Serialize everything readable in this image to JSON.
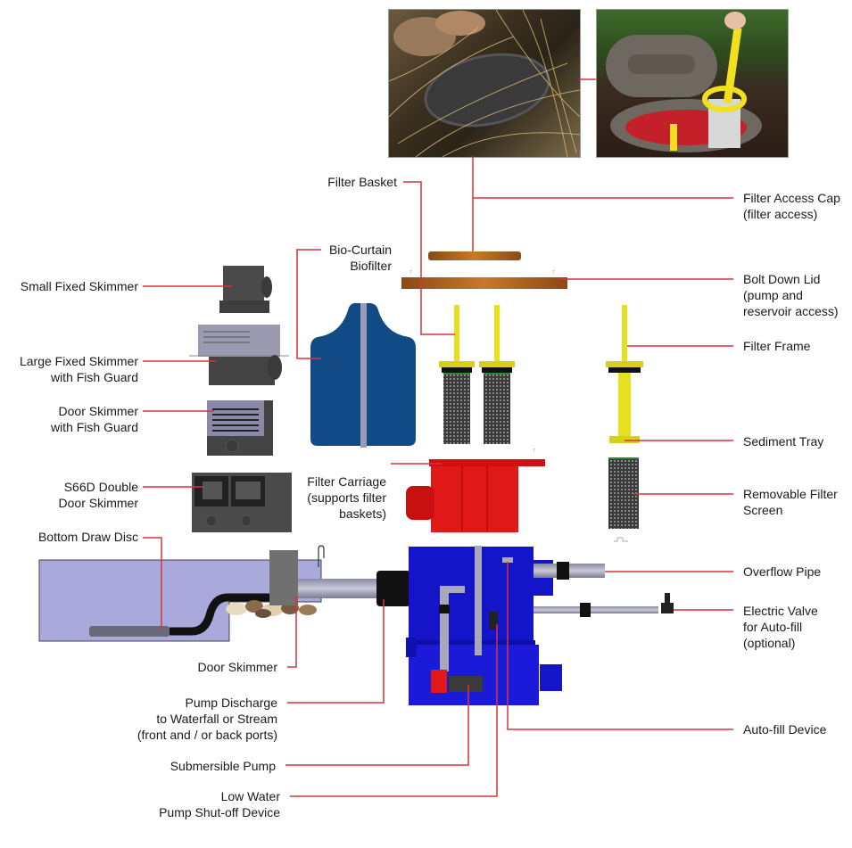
{
  "title": "Pondless / Pond Filter System Exploded Diagram",
  "colors": {
    "leader": "#d9323a",
    "reservoir_blue": "#1414c8",
    "carriage_red": "#e01818",
    "lid_brown": "#b8661e",
    "frame_yellow": "#e6e020",
    "biofilter_blue": "#124a86",
    "skimmer_gray": "#4a4a4a",
    "water": "#a9a9db"
  },
  "photos": [
    {
      "name": "installed-lid-photo",
      "description": "Installed lid among ornamental grasses"
    },
    {
      "name": "open-lid-photo",
      "description": "Open access cap with yellow filter basket being lifted; brand logo on lid"
    }
  ],
  "labels": {
    "filter_basket": "Filter Basket",
    "filter_access_cap": "Filter Access Cap\n(filter access)",
    "bio_curtain": "Bio-Curtain\nBiofilter",
    "small_fixed_skimmer": "Small Fixed Skimmer",
    "bolt_down_lid": "Bolt Down Lid\n(pump and\nreservoir access)",
    "large_fixed_skimmer": "Large Fixed Skimmer\nwith Fish Guard",
    "filter_frame": "Filter Frame",
    "door_skimmer_fish_guard": "Door Skimmer\nwith Fish Guard",
    "sediment_tray": "Sediment Tray",
    "s66d": "S66D Double\nDoor Skimmer",
    "filter_carriage": "Filter Carriage\n(supports filter\nbaskets)",
    "removable_filter_screen": "Removable Filter\nScreen",
    "bottom_draw_disc": "Bottom Draw Disc",
    "overflow_pipe": "Overflow Pipe",
    "electric_valve": "Electric Valve\nfor Auto-fill\n(optional)",
    "door_skimmer": "Door Skimmer",
    "pump_discharge": "Pump Discharge\nto Waterfall or Stream\n(front and / or back ports)",
    "auto_fill_device": "Auto-fill Device",
    "submersible_pump": "Submersible Pump",
    "low_water": "Low Water\nPump Shut-off Device"
  }
}
